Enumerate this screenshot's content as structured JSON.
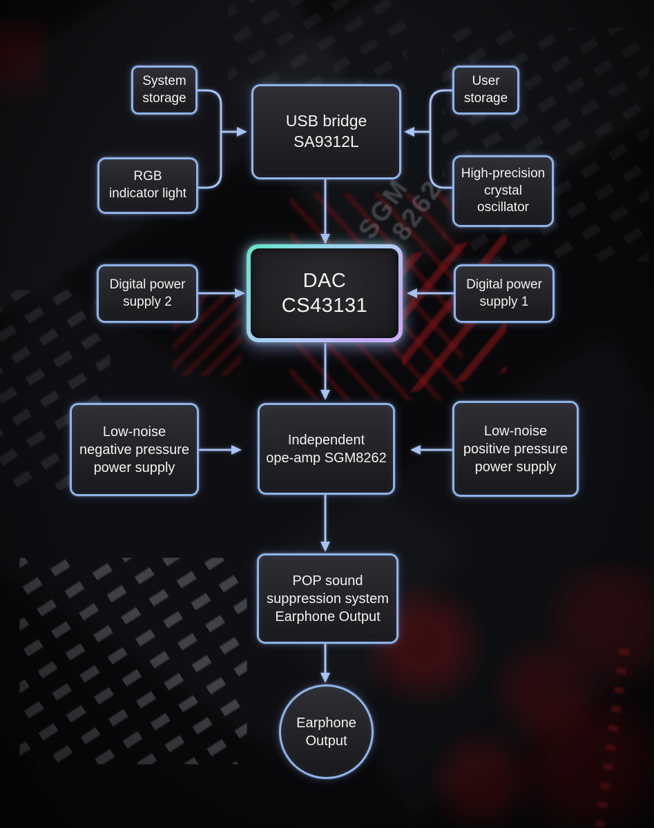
{
  "diagram": {
    "nodes": {
      "system_storage": {
        "label": "System\nstorage"
      },
      "user_storage": {
        "label": "User\nstorage"
      },
      "usb_bridge": {
        "label": "USB bridge\nSA9312L"
      },
      "rgb_indicator_light": {
        "label": "RGB\nindicator light"
      },
      "high_precision_crystal_oscillator": {
        "label": "High-precision\ncrystal oscillator"
      },
      "dac": {
        "label": "DAC\nCS43131"
      },
      "digital_power_supply_2": {
        "label": "Digital power\nsupply 2"
      },
      "digital_power_supply_1": {
        "label": "Digital power\nsupply 1"
      },
      "low_noise_negative": {
        "label": "Low-noise\nnegative pressure\npower supply"
      },
      "independent_ope_amp": {
        "label": "Independent\nope-amp SGM8262"
      },
      "low_noise_positive": {
        "label": "Low-noise\npositive pressure\npower supply"
      },
      "pop_sound_suppression": {
        "label": "POP sound\nsuppression system\nEarphone Output"
      },
      "earphone_output": {
        "label": "Earphone\nOutput"
      }
    },
    "edges": [
      {
        "from": "system_storage",
        "to": "usb_bridge"
      },
      {
        "from": "rgb_indicator_light",
        "to": "usb_bridge"
      },
      {
        "from": "user_storage",
        "to": "usb_bridge"
      },
      {
        "from": "high_precision_crystal_oscillator",
        "to": "usb_bridge"
      },
      {
        "from": "usb_bridge",
        "to": "dac"
      },
      {
        "from": "digital_power_supply_2",
        "to": "dac"
      },
      {
        "from": "digital_power_supply_1",
        "to": "dac"
      },
      {
        "from": "dac",
        "to": "independent_ope_amp"
      },
      {
        "from": "low_noise_negative",
        "to": "independent_ope_amp"
      },
      {
        "from": "low_noise_positive",
        "to": "independent_ope_amp"
      },
      {
        "from": "independent_ope_amp",
        "to": "pop_sound_suppression"
      },
      {
        "from": "pop_sound_suppression",
        "to": "earphone_output"
      }
    ]
  },
  "background": {
    "chip_marking_line1": "SGM",
    "chip_marking_line2": "8262"
  },
  "colors": {
    "box_border": "#8fb4ea",
    "arrow": "#a9c3f2",
    "dac_glow_teal": "#62e5c1",
    "dac_glow_blue": "#b2c9f6",
    "dac_glow_purple": "#c3a7f4",
    "text": "#f2f2f1"
  }
}
